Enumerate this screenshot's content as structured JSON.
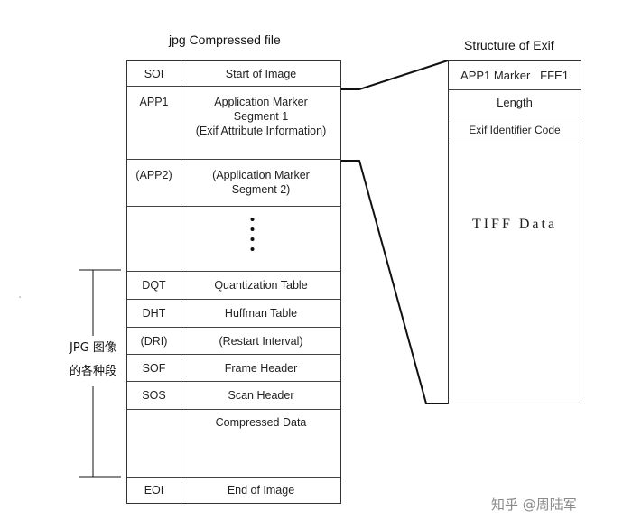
{
  "left": {
    "title": "jpg Compressed file",
    "rows": [
      {
        "code": "SOI",
        "desc": "Start of Image"
      },
      {
        "code": "APP1",
        "desc": "Application Marker\nSegment 1\n(Exif Attribute Information)"
      },
      {
        "code": "(APP2)",
        "desc": "(Application Marker\nSegment 2)"
      },
      {
        "code": "",
        "desc": ""
      },
      {
        "code": "DQT",
        "desc": "Quantization Table"
      },
      {
        "code": "DHT",
        "desc": "Huffman Table"
      },
      {
        "code": "(DRI)",
        "desc": "(Restart Interval)"
      },
      {
        "code": "SOF",
        "desc": "Frame Header"
      },
      {
        "code": "SOS",
        "desc": "Scan Header"
      },
      {
        "code": "",
        "desc": "Compressed Data"
      },
      {
        "code": "EOI",
        "desc": "End of Image"
      }
    ]
  },
  "right": {
    "title": "Structure of Exif",
    "rows": [
      {
        "label": "APP1 Marker   FFE1"
      },
      {
        "label": "Length"
      },
      {
        "label": "Exif Identifier Code"
      },
      {
        "label": "TIFF Data"
      }
    ]
  },
  "side_label": {
    "line1": "JPG 图像",
    "line2": "的各种段"
  },
  "watermark": "知乎 @周陆军"
}
